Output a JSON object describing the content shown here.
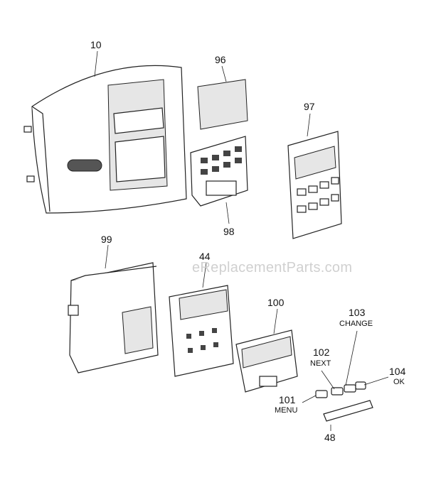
{
  "watermark": "eReplacementParts.com",
  "parts": [
    {
      "number": "10"
    },
    {
      "number": "96"
    },
    {
      "number": "97"
    },
    {
      "number": "98"
    },
    {
      "number": "99"
    },
    {
      "number": "44"
    },
    {
      "number": "100"
    },
    {
      "number": "103",
      "name": "CHANGE"
    },
    {
      "number": "102",
      "name": "NEXT"
    },
    {
      "number": "104",
      "name": "OK"
    },
    {
      "number": "101",
      "name": "MENU"
    },
    {
      "number": "48"
    }
  ]
}
